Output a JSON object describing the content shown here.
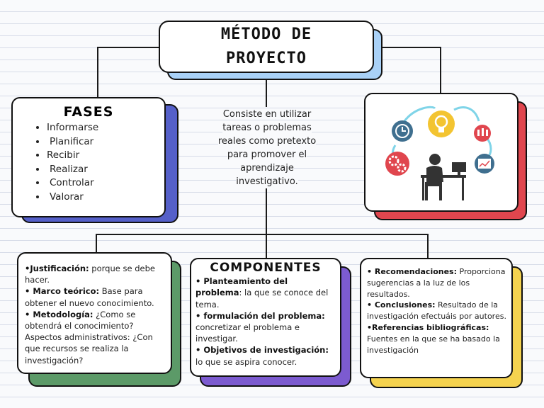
{
  "title": {
    "line1": "MÉTODO DE",
    "line2": "PROYECTO"
  },
  "fases": {
    "heading": "FASES",
    "items": [
      "Informarse",
      "Planificar",
      "Recibir",
      "Realizar",
      "Controlar",
      "Valorar"
    ]
  },
  "definition": "Consiste en utilizar tareas o problemas reales como pretexto para promover el aprendizaje investigativo.",
  "left_box": {
    "justificacion_label": "•Justificación:",
    "justificacion_text": " porque se debe hacer.",
    "marco_label": "• Marco teórico:",
    "marco_text": "  Base para obtener el nuevo conocimiento.",
    "metodologia_label": " • Metodología:",
    "metodologia_text": " ¿Como se obtendrá el conocimiento?",
    "aspectos_text": "Aspectos administrativos: ¿Con que recursos se realiza la investigación?"
  },
  "componentes": {
    "heading": "COMPONENTES",
    "planteamiento_label": "• Planteamiento del problema",
    "planteamiento_text": ": la que se conoce del tema.",
    "formulacion_label": "• formulación del problema:",
    "formulacion_text": " concretizar el problema e investigar.",
    "objetivos_label": "• Objetivos de investigación:",
    "objetivos_text": " lo que se aspira conocer."
  },
  "right_box": {
    "recomendaciones_label": "• Recomendaciones:",
    "recomendaciones_text": " Proporciona sugerencias a la luz de los resultados.",
    "conclusiones_label": "• Conclusiones:",
    "conclusiones_text": " Resultado de la investigación efectuáis por autores.",
    "referencias_label": "•Referencias bibliográficas:",
    "referencias_text": " Fuentes en la que se ha basado la investigación"
  },
  "colors": {
    "fases_shadow": "#5560c9",
    "title_shadow": "#a9d1f7",
    "image_shadow": "#e0464e",
    "left_shadow": "#5c9a68",
    "comp_shadow": "#7c5bd0",
    "right_shadow": "#f5d34f"
  },
  "icons": [
    "clock-icon",
    "lightbulb-icon",
    "team-icon",
    "gears-icon",
    "calendar-chart-icon",
    "person-at-computer-icon"
  ]
}
